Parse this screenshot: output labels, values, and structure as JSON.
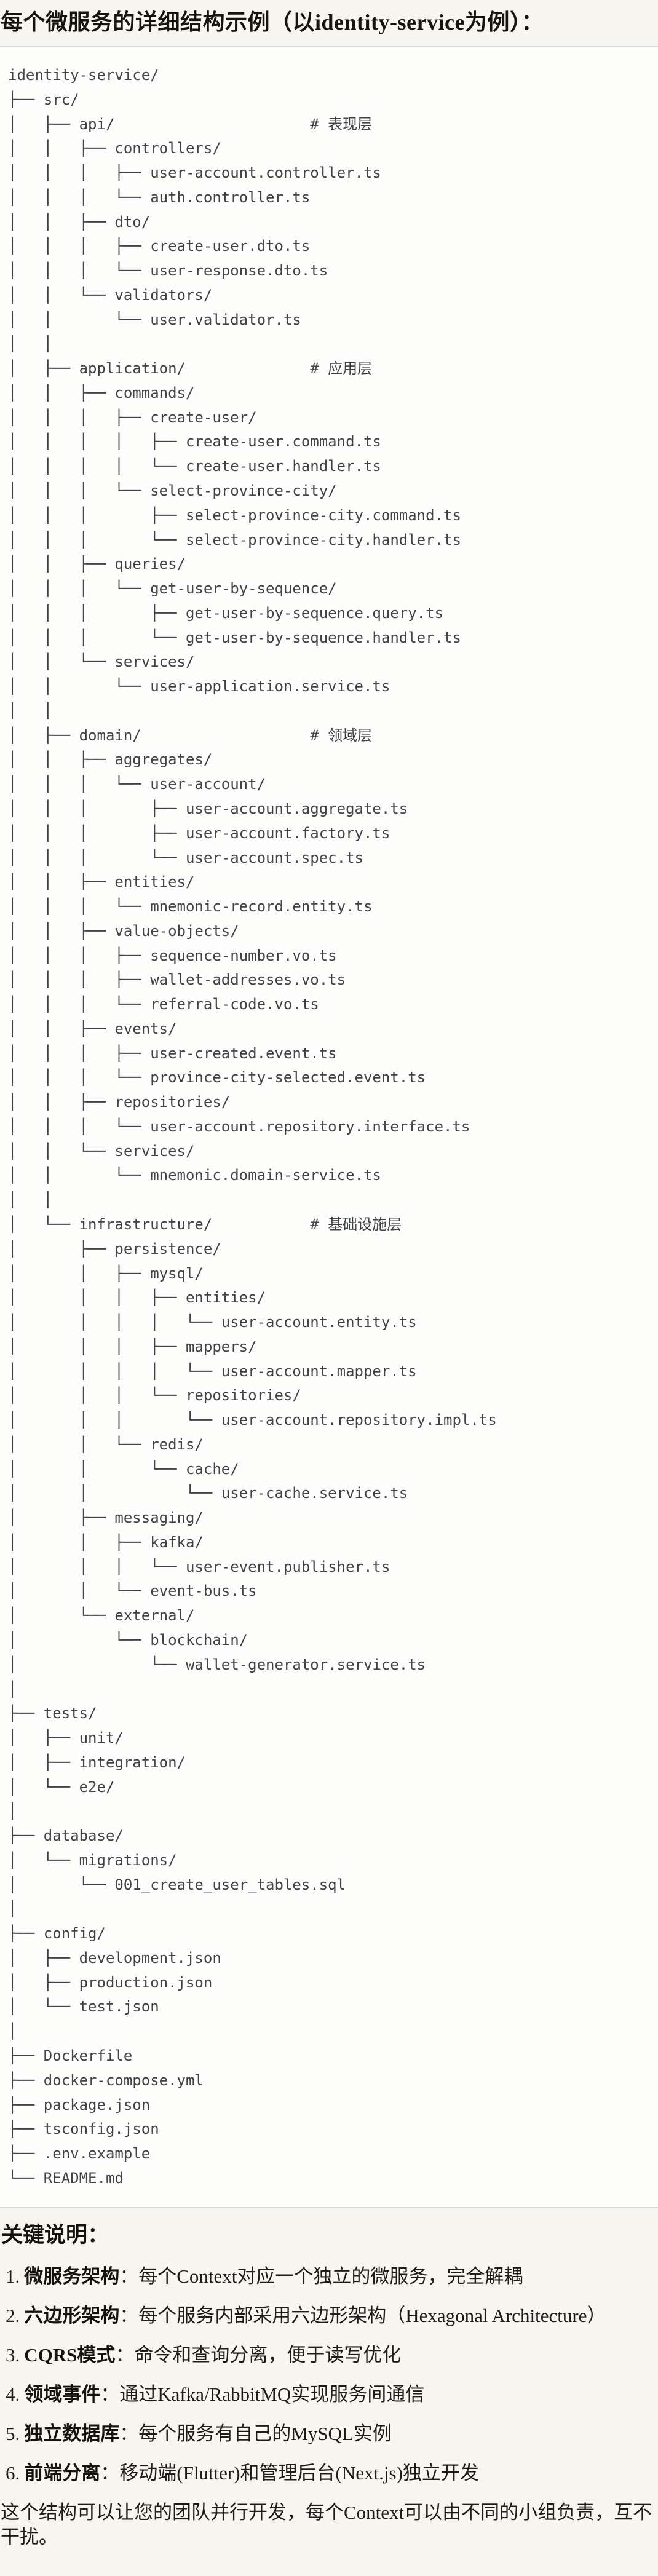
{
  "title": "每个微服务的详细结构示例（以identity-service为例）：",
  "colors": {
    "page_background": "#f7f5f0",
    "code_background": "#fdfdfb",
    "code_border": "#dedcd6",
    "code_text": "#3f4247",
    "body_text": "#1d1c18"
  },
  "tree": {
    "lines": [
      "identity-service/",
      "├── src/",
      "│   ├── api/                      # 表现层",
      "│   │   ├── controllers/",
      "│   │   │   ├── user-account.controller.ts",
      "│   │   │   └── auth.controller.ts",
      "│   │   ├── dto/",
      "│   │   │   ├── create-user.dto.ts",
      "│   │   │   └── user-response.dto.ts",
      "│   │   └── validators/",
      "│   │       └── user.validator.ts",
      "│   │",
      "│   ├── application/              # 应用层",
      "│   │   ├── commands/",
      "│   │   │   ├── create-user/",
      "│   │   │   │   ├── create-user.command.ts",
      "│   │   │   │   └── create-user.handler.ts",
      "│   │   │   └── select-province-city/",
      "│   │   │       ├── select-province-city.command.ts",
      "│   │   │       └── select-province-city.handler.ts",
      "│   │   ├── queries/",
      "│   │   │   └── get-user-by-sequence/",
      "│   │   │       ├── get-user-by-sequence.query.ts",
      "│   │   │       └── get-user-by-sequence.handler.ts",
      "│   │   └── services/",
      "│   │       └── user-application.service.ts",
      "│   │",
      "│   ├── domain/                   # 领域层",
      "│   │   ├── aggregates/",
      "│   │   │   └── user-account/",
      "│   │   │       ├── user-account.aggregate.ts",
      "│   │   │       ├── user-account.factory.ts",
      "│   │   │       └── user-account.spec.ts",
      "│   │   ├── entities/",
      "│   │   │   └── mnemonic-record.entity.ts",
      "│   │   ├── value-objects/",
      "│   │   │   ├── sequence-number.vo.ts",
      "│   │   │   ├── wallet-addresses.vo.ts",
      "│   │   │   └── referral-code.vo.ts",
      "│   │   ├── events/",
      "│   │   │   ├── user-created.event.ts",
      "│   │   │   └── province-city-selected.event.ts",
      "│   │   ├── repositories/",
      "│   │   │   └── user-account.repository.interface.ts",
      "│   │   └── services/",
      "│   │       └── mnemonic.domain-service.ts",
      "│   │",
      "│   └── infrastructure/           # 基础设施层",
      "│       ├── persistence/",
      "│       │   ├── mysql/",
      "│       │   │   ├── entities/",
      "│       │   │   │   └── user-account.entity.ts",
      "│       │   │   ├── mappers/",
      "│       │   │   │   └── user-account.mapper.ts",
      "│       │   │   └── repositories/",
      "│       │   │       └── user-account.repository.impl.ts",
      "│       │   └── redis/",
      "│       │       └── cache/",
      "│       │           └── user-cache.service.ts",
      "│       ├── messaging/",
      "│       │   ├── kafka/",
      "│       │   │   └── user-event.publisher.ts",
      "│       │   └── event-bus.ts",
      "│       └── external/",
      "│           └── blockchain/",
      "│               └── wallet-generator.service.ts",
      "│",
      "├── tests/",
      "│   ├── unit/",
      "│   ├── integration/",
      "│   └── e2e/",
      "│",
      "├── database/",
      "│   └── migrations/",
      "│       └── 001_create_user_tables.sql",
      "│",
      "├── config/",
      "│   ├── development.json",
      "│   ├── production.json",
      "│   └── test.json",
      "│",
      "├── Dockerfile",
      "├── docker-compose.yml",
      "├── package.json",
      "├── tsconfig.json",
      "├── .env.example",
      "└── README.md"
    ]
  },
  "notes": {
    "heading": "关键说明：",
    "items": [
      {
        "num": "1.",
        "term": "微服务架构",
        "desc": "：每个Context对应一个独立的微服务，完全解耦"
      },
      {
        "num": "2.",
        "term": "六边形架构",
        "desc": "：每个服务内部采用六边形架构（Hexagonal Architecture）"
      },
      {
        "num": "3.",
        "term": "CQRS模式",
        "desc": "：命令和查询分离，便于读写优化"
      },
      {
        "num": "4.",
        "term": "领域事件",
        "desc": "：通过Kafka/RabbitMQ实现服务间通信"
      },
      {
        "num": "5.",
        "term": "独立数据库",
        "desc": "：每个服务有自己的MySQL实例"
      },
      {
        "num": "6.",
        "term": "前端分离",
        "desc": "：移动端(Flutter)和管理后台(Next.js)独立开发"
      }
    ],
    "closing": "这个结构可以让您的团队并行开发，每个Context可以由不同的小组负责，互不干扰。"
  }
}
